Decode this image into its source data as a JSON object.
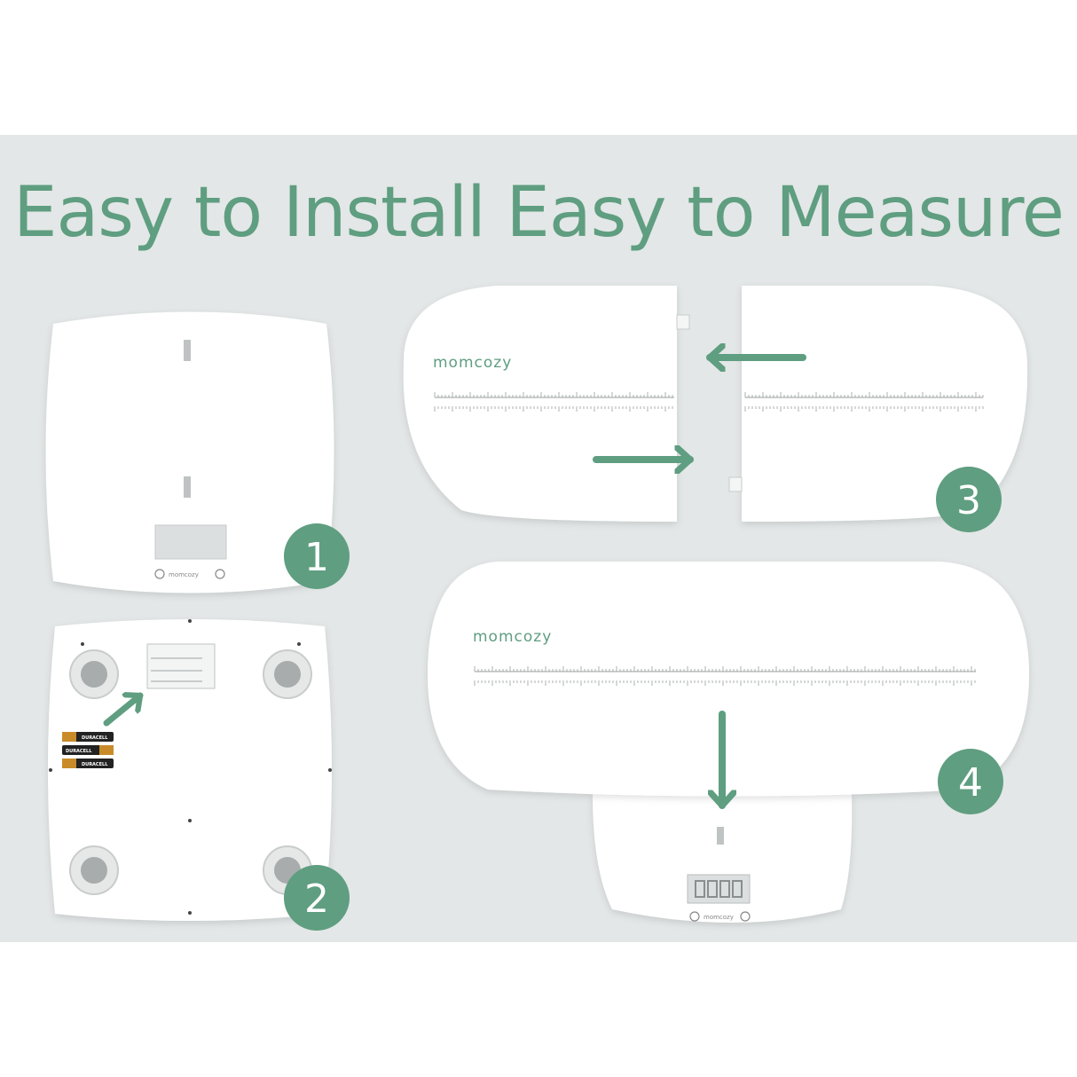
{
  "heading": "Easy to Install Easy to Measure",
  "brand_logo": "momcozy",
  "device_logo": "momcozy",
  "battery_label": "DURACELL",
  "steps": [
    {
      "number": "1",
      "image": "scale-top-view"
    },
    {
      "number": "2",
      "image": "scale-bottom-battery-compartment"
    },
    {
      "number": "3",
      "image": "tray-halves-connecting"
    },
    {
      "number": "4",
      "image": "tray-mounted-on-scale"
    }
  ],
  "colors": {
    "accent": "#5f9e80",
    "background": "#e3e7e7",
    "device": "#ffffff"
  },
  "icons": [
    "arrow-left-icon",
    "arrow-right-icon",
    "arrow-up-right-icon",
    "arrow-down-icon",
    "power-icon"
  ]
}
